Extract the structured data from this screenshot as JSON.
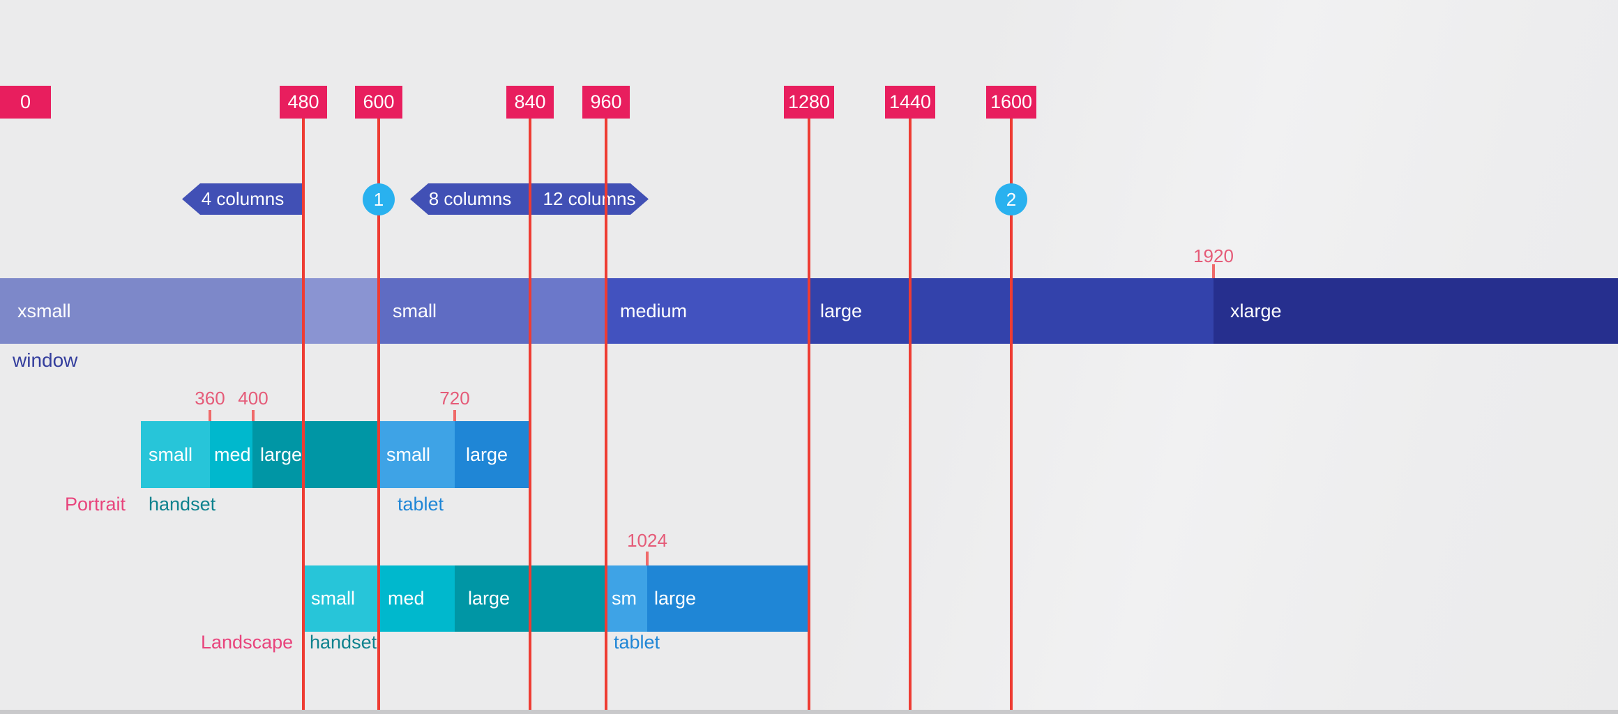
{
  "diagram_title": "breakpoints-diagram",
  "colors": {
    "background": "#ececed",
    "ruler_box": "#e81e5e",
    "ruler_line": "#ee3c33",
    "tick": "#ef6a6a",
    "mark_text": "#e55b78",
    "badge": "#4150b5",
    "circle_badge": "#29b1ef",
    "band_xsmall": "#7d88c9",
    "band_xsmall_small_overlap": "#8a94d2",
    "band_small": "#5f6cc3",
    "band_small_medium_overlap": "#6b78ca",
    "band_medium": "#4252bf",
    "band_large": "#3342ab",
    "band_xlarge": "#262f8e",
    "device_teal_small": "#27c5d9",
    "device_teal_med": "#00b8cd",
    "device_teal_large": "#0096a5",
    "device_blue_light": "#3ea3e6",
    "device_blue": "#1f86d6",
    "window_caption_text": "#343e9d",
    "section_title_text": "#e8447c",
    "handset_caption_text": "#0e828e"
  },
  "ruler": {
    "breakpoints": [
      {
        "label": "0"
      },
      {
        "label": "480"
      },
      {
        "label": "600"
      },
      {
        "label": "840"
      },
      {
        "label": "960"
      },
      {
        "label": "1280"
      },
      {
        "label": "1440"
      },
      {
        "label": "1600"
      }
    ],
    "max_mark": {
      "label": "1920"
    }
  },
  "columns": {
    "badge_4": {
      "label": "4 columns"
    },
    "badge_8": {
      "label": "8 columns"
    },
    "badge_12": {
      "label": "12 columns"
    },
    "marker_1": {
      "label": "1"
    },
    "marker_2": {
      "label": "2"
    }
  },
  "window_band": {
    "caption": "window",
    "segments": [
      {
        "label": "xsmall"
      },
      {
        "label": "small"
      },
      {
        "label": "medium"
      },
      {
        "label": "large"
      },
      {
        "label": "xlarge"
      }
    ]
  },
  "portrait": {
    "title": "Portrait",
    "marks": [
      {
        "label": "360"
      },
      {
        "label": "400"
      },
      {
        "label": "720"
      }
    ],
    "handset": {
      "caption": "handset",
      "segments": [
        {
          "label": "small"
        },
        {
          "label": "med"
        },
        {
          "label": "large"
        }
      ]
    },
    "tablet": {
      "caption": "tablet",
      "segments": [
        {
          "label": "small"
        },
        {
          "label": "large"
        }
      ]
    }
  },
  "landscape": {
    "title": "Landscape",
    "marks": [
      {
        "label": "1024"
      }
    ],
    "handset": {
      "caption": "handset",
      "segments": [
        {
          "label": "small"
        },
        {
          "label": "med"
        },
        {
          "label": "large"
        }
      ]
    },
    "tablet": {
      "caption": "tablet",
      "segments": [
        {
          "label": "sm"
        },
        {
          "label": "large"
        }
      ]
    }
  }
}
